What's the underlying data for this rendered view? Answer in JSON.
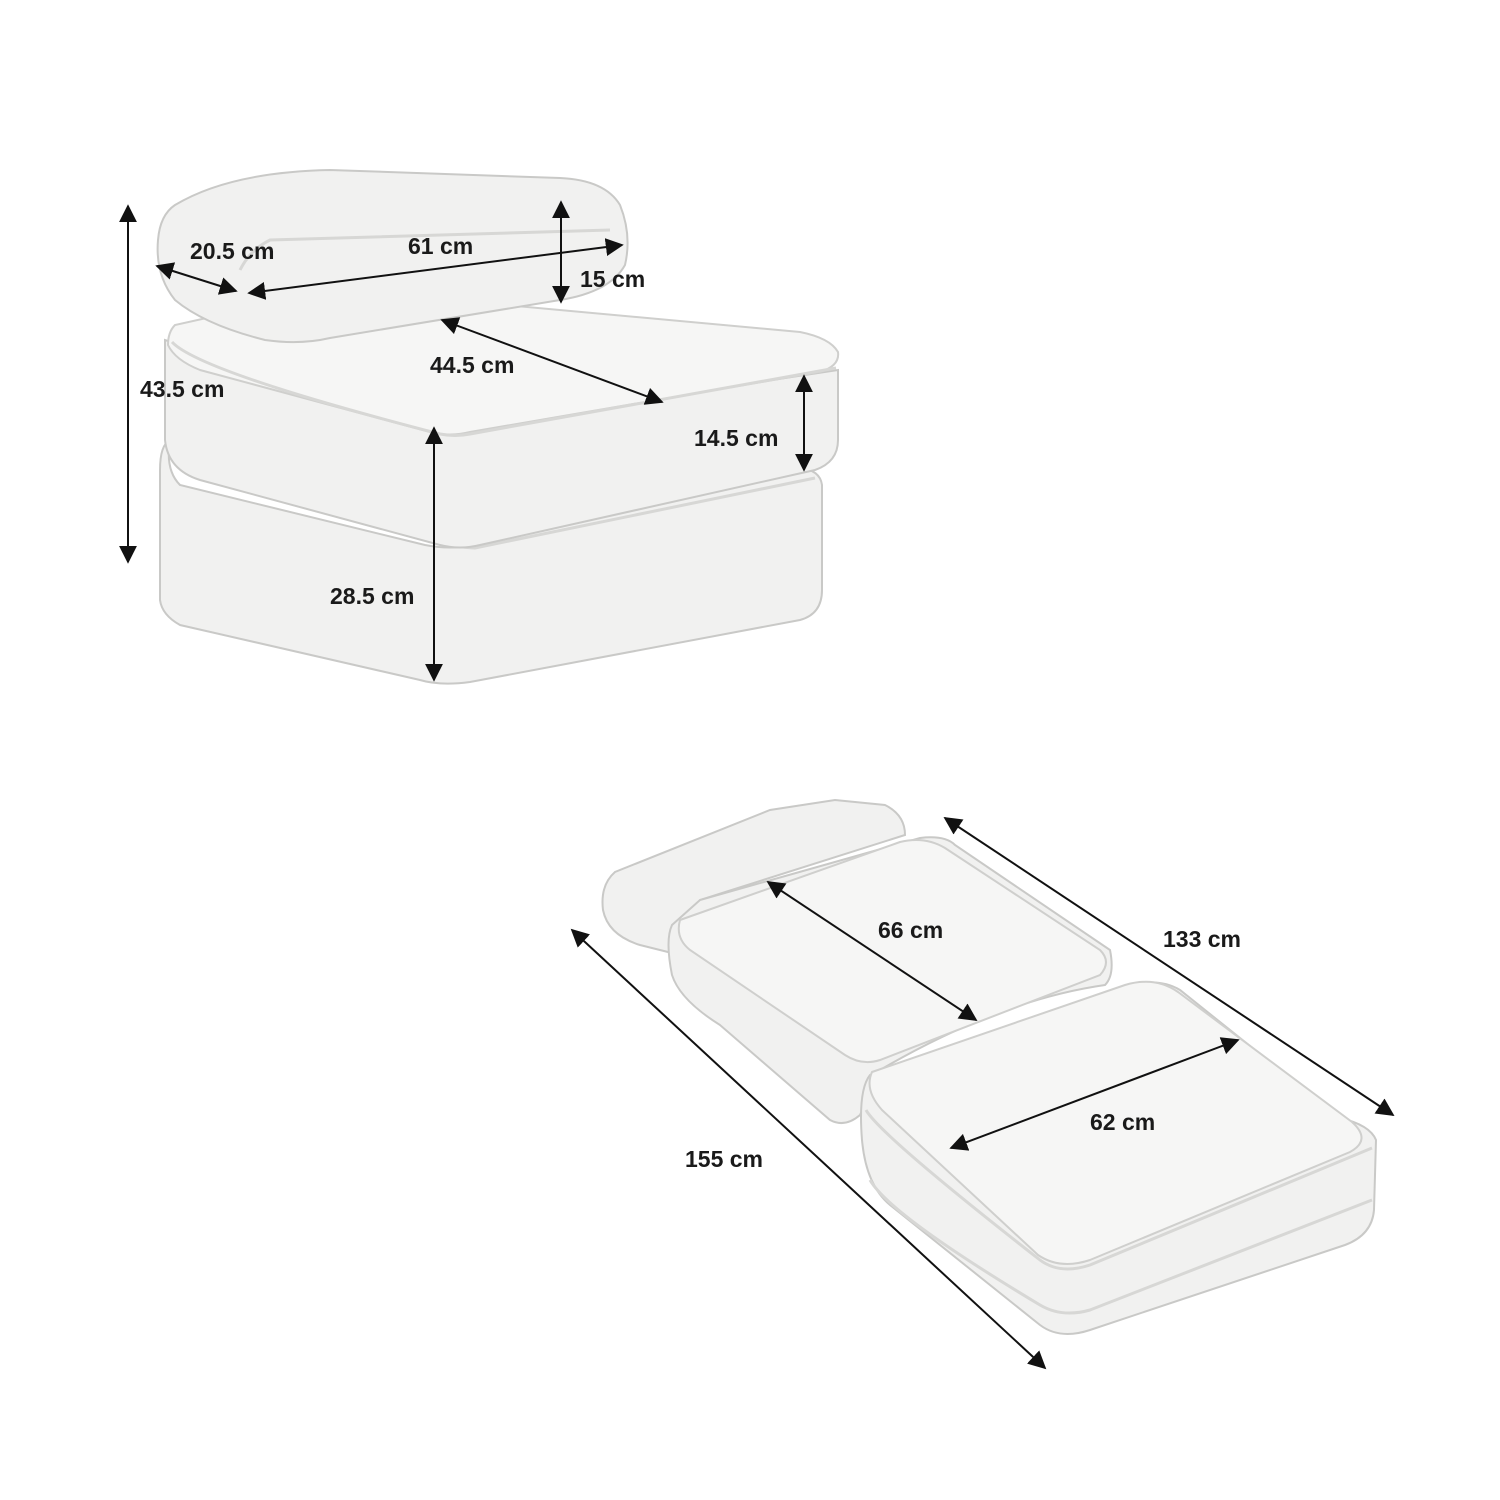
{
  "folded": {
    "pillow_depth": "20.5 cm",
    "pillow_length": "61 cm",
    "pillow_height": "15 cm",
    "total_height": "43.5 cm",
    "seat_depth": "44.5 cm",
    "top_cushion_height": "14.5 cm",
    "base_height": "28.5 cm"
  },
  "unfolded": {
    "section_length": "66 cm",
    "overall_length_inner": "133 cm",
    "width": "62 cm",
    "overall_length": "155 cm"
  },
  "colors": {
    "fabric": "#f1f1f0",
    "outline": "#c9c9c7",
    "dimension_line": "#111111",
    "label": "#1a1a1a"
  }
}
